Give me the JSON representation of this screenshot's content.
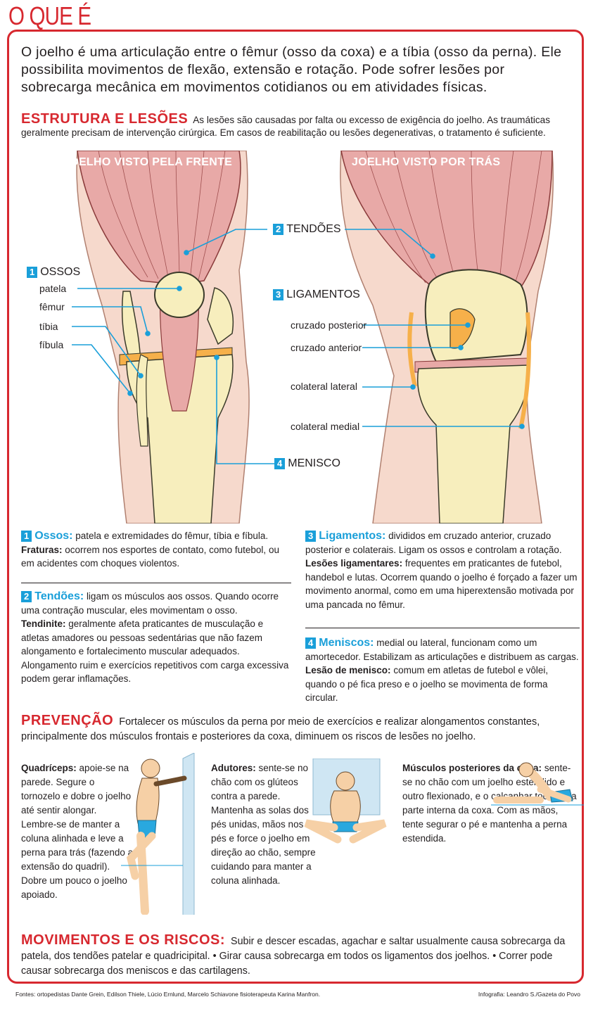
{
  "header": {
    "title": "O QUE É"
  },
  "intro": "O joelho é uma articulação entre o fêmur (osso da coxa) e a tíbia (osso da perna). Ele possibilita movimentos de flexão, extensão e rotação. Pode sofrer lesões por sobrecarga mecânica em movimentos cotidianos ou em atividades físicas.",
  "estrutura": {
    "title": "ESTRUTURA E LESÕES",
    "text": "As lesões são causadas por falta ou excesso de exigência do joelho. As traumáticas geralmente precisam de intervenção cirúrgica. Em casos de reabilitação ou lesões degenerativas, o tratamento é suficiente."
  },
  "diagram": {
    "front_title": "JOELHO VISTO PELA FRENTE",
    "back_title": "JOELHO VISTO POR TRÁS",
    "labels": {
      "n1": "1",
      "ossos": "OSSOS",
      "patela": "patela",
      "femur": "fêmur",
      "tibia": "tíbia",
      "fibula": "fíbula",
      "n2": "2",
      "tendoes": "TENDÕES",
      "n3": "3",
      "ligamentos": "LIGAMENTOS",
      "cruzado_posterior": "cruzado posterior",
      "cruzado_anterior": "cruzado anterior",
      "colateral_lateral": "colateral lateral",
      "colateral_medial": "colateral medial",
      "n4": "4",
      "menisco": "MENISCO"
    },
    "colors": {
      "muscle": "#e8a9a7",
      "muscle_line": "#8a3b3b",
      "bone": "#f7eebd",
      "bone_line": "#3a3a2a",
      "skin": "#f6d9cc",
      "ligament": "#f6b04a",
      "callout": "#1a9fd9"
    }
  },
  "details": {
    "c1": {
      "num": "1",
      "title": "Ossos:",
      "text": "patela e extremidades do fêmur, tíbia e fíbula.",
      "sub": "Fraturas:",
      "subtext": "ocorrem nos esportes de contato, como futebol, ou em acidentes com choques violentos."
    },
    "c2": {
      "num": "2",
      "title": "Tendões:",
      "text": "ligam os músculos aos ossos. Quando ocorre uma contração muscular, eles movimentam o osso.",
      "sub": "Tendinite:",
      "subtext": "geralmente afeta praticantes de musculação e atletas amadores ou pessoas sedentárias que não fazem alongamento e fortalecimento muscular adequados. Alongamento ruim e exercícios repetitivos com carga excessiva podem gerar inflamações."
    },
    "c3": {
      "num": "3",
      "title": "Ligamentos:",
      "text": "divididos em cruzado anterior, cruzado posterior e colaterais. Ligam os ossos e controlam a rotação.",
      "sub": "Lesões ligamentares:",
      "subtext": "frequentes em praticantes de futebol, handebol e lutas. Ocorrem quando o joelho é forçado a fazer um movimento anormal, como em uma hiperextensão motivada por uma pancada no fêmur."
    },
    "c4": {
      "num": "4",
      "title": "Meniscos:",
      "text": "medial ou lateral, funcionam como um amortecedor. Estabilizam as articulações e distribuem as cargas.",
      "sub": "Lesão de menisco:",
      "subtext": "comum em atletas de futebol e vôlei, quando o pé fica preso e o joelho se movimenta de forma circular."
    }
  },
  "prevencao": {
    "title": "PREVENÇÃO",
    "text": "Fortalecer os músculos da perna por meio de exercícios e realizar alongamentos constantes, principalmente dos músculos frontais e posteriores da coxa, diminuem os riscos de lesões no joelho."
  },
  "exercises": {
    "e1": {
      "title": "Quadríceps:",
      "text": "apoie-se na parede. Segure o tornozelo e dobre o joelho até sentir alongar. Lembre-se de manter a coluna alinhada e leve a perna para trás (fazendo a extensão do quadril). Dobre um pouco o joelho apoiado."
    },
    "e2": {
      "title": "Adutores:",
      "text": "sente-se no chão com os glúteos contra a parede. Mantenha as solas dos pés unidas, mãos nos pés e force o joelho em direção ao chão, sempre cuidando para manter a coluna alinhada."
    },
    "e3": {
      "title": "Músculos posteriores da coxa:",
      "text": "sente-se no chão com um joelho estendido e outro flexionado, e o calcanhar tocando a parte interna da coxa. Com as mãos, tente segurar o pé e mantenha a perna estendida."
    }
  },
  "movimentos": {
    "title": "MOVIMENTOS E OS RISCOS:",
    "text": "Subir e descer escadas, agachar e saltar usualmente causa sobrecarga da patela, dos tendões patelar e quadricipital. • Girar causa sobrecarga em todos os ligamentos dos joelhos. • Correr pode causar sobrecarga dos meniscos e das cartilagens."
  },
  "footer": {
    "sources": "Fontes: ortopedistas Dante Grein, Edilson Thiele, Lúcio Ernlund, Marcelo Schiavone fisioterapeuta Karina Manfron.",
    "credit": "Infografia: Leandro S./Gazeta do Povo"
  }
}
